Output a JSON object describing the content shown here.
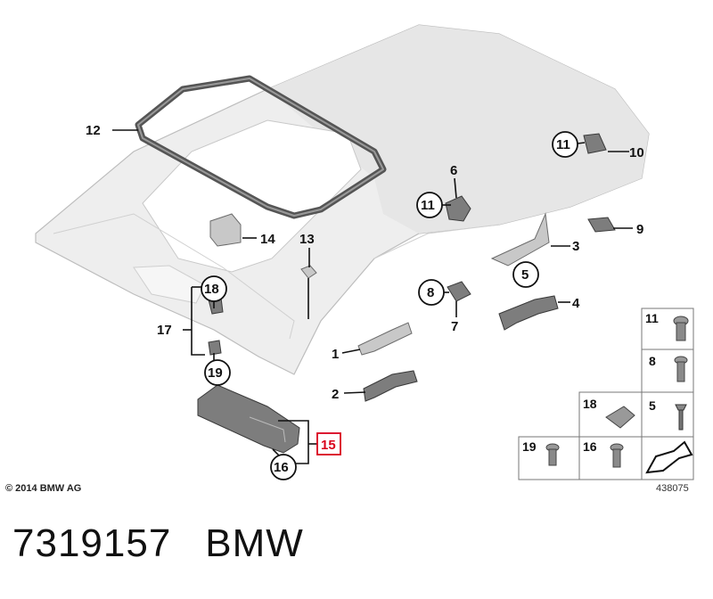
{
  "copyright": "© 2014 BMW AG",
  "diagram_ref": "438075",
  "footer": {
    "part_number": "7319157",
    "brand": "BMW"
  },
  "callouts": {
    "c1": "1",
    "c2": "2",
    "c3": "3",
    "c4": "4",
    "c5": "5",
    "c6": "6",
    "c7": "7",
    "c8": "8",
    "c9": "9",
    "c10": "10",
    "c11a": "11",
    "c11b": "11",
    "c12": "12",
    "c13": "13",
    "c14": "14",
    "c15": "15",
    "c16": "16",
    "c17": "17",
    "c18": "18",
    "c19": "19"
  },
  "legend": {
    "l11": "11",
    "l8": "8",
    "l18": "18",
    "l5": "5",
    "l19": "19",
    "l16": "16"
  },
  "colors": {
    "highlight_box": "#d9001b",
    "part_gray": "#7d7d7d",
    "headliner": "#eeeeee"
  }
}
